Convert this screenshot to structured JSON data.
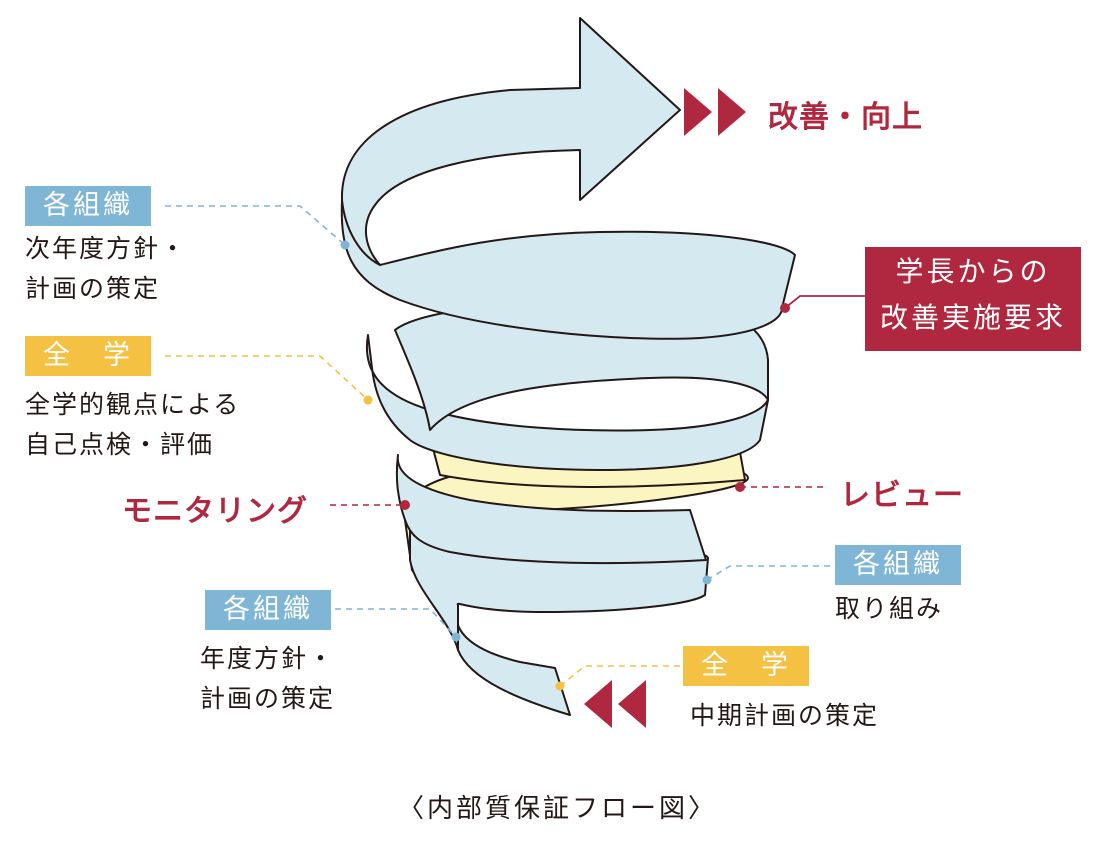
{
  "outcome": {
    "label": "改善・向上"
  },
  "org_top": {
    "tag": "各組織",
    "line1": "次年度方針・",
    "line2": "計画の策定"
  },
  "president": {
    "line1": "学長からの",
    "line2": "改善実施要求"
  },
  "univ_mid": {
    "tag": "全　学",
    "line1": "全学的観点による",
    "line2": "自己点検・評価"
  },
  "monitoring": {
    "label": "モニタリング"
  },
  "review": {
    "label": "レビュー"
  },
  "org_right": {
    "tag": "各組織",
    "line1": "取り組み"
  },
  "org_left": {
    "tag": "各組織",
    "line1": "年度方針・",
    "line2": "計画の策定"
  },
  "univ_bottom": {
    "tag": "全　学",
    "line1": "中期計画の策定"
  },
  "caption": "〈内部質保証フロー図〉",
  "colors": {
    "ribbon": "#d4e9f0",
    "ribbon_yellow": "#fbf6c1",
    "outline": "#231815",
    "accent_red": "#b0283f",
    "tag_blue": "#7fb5d5",
    "tag_yellow": "#f5c142"
  }
}
